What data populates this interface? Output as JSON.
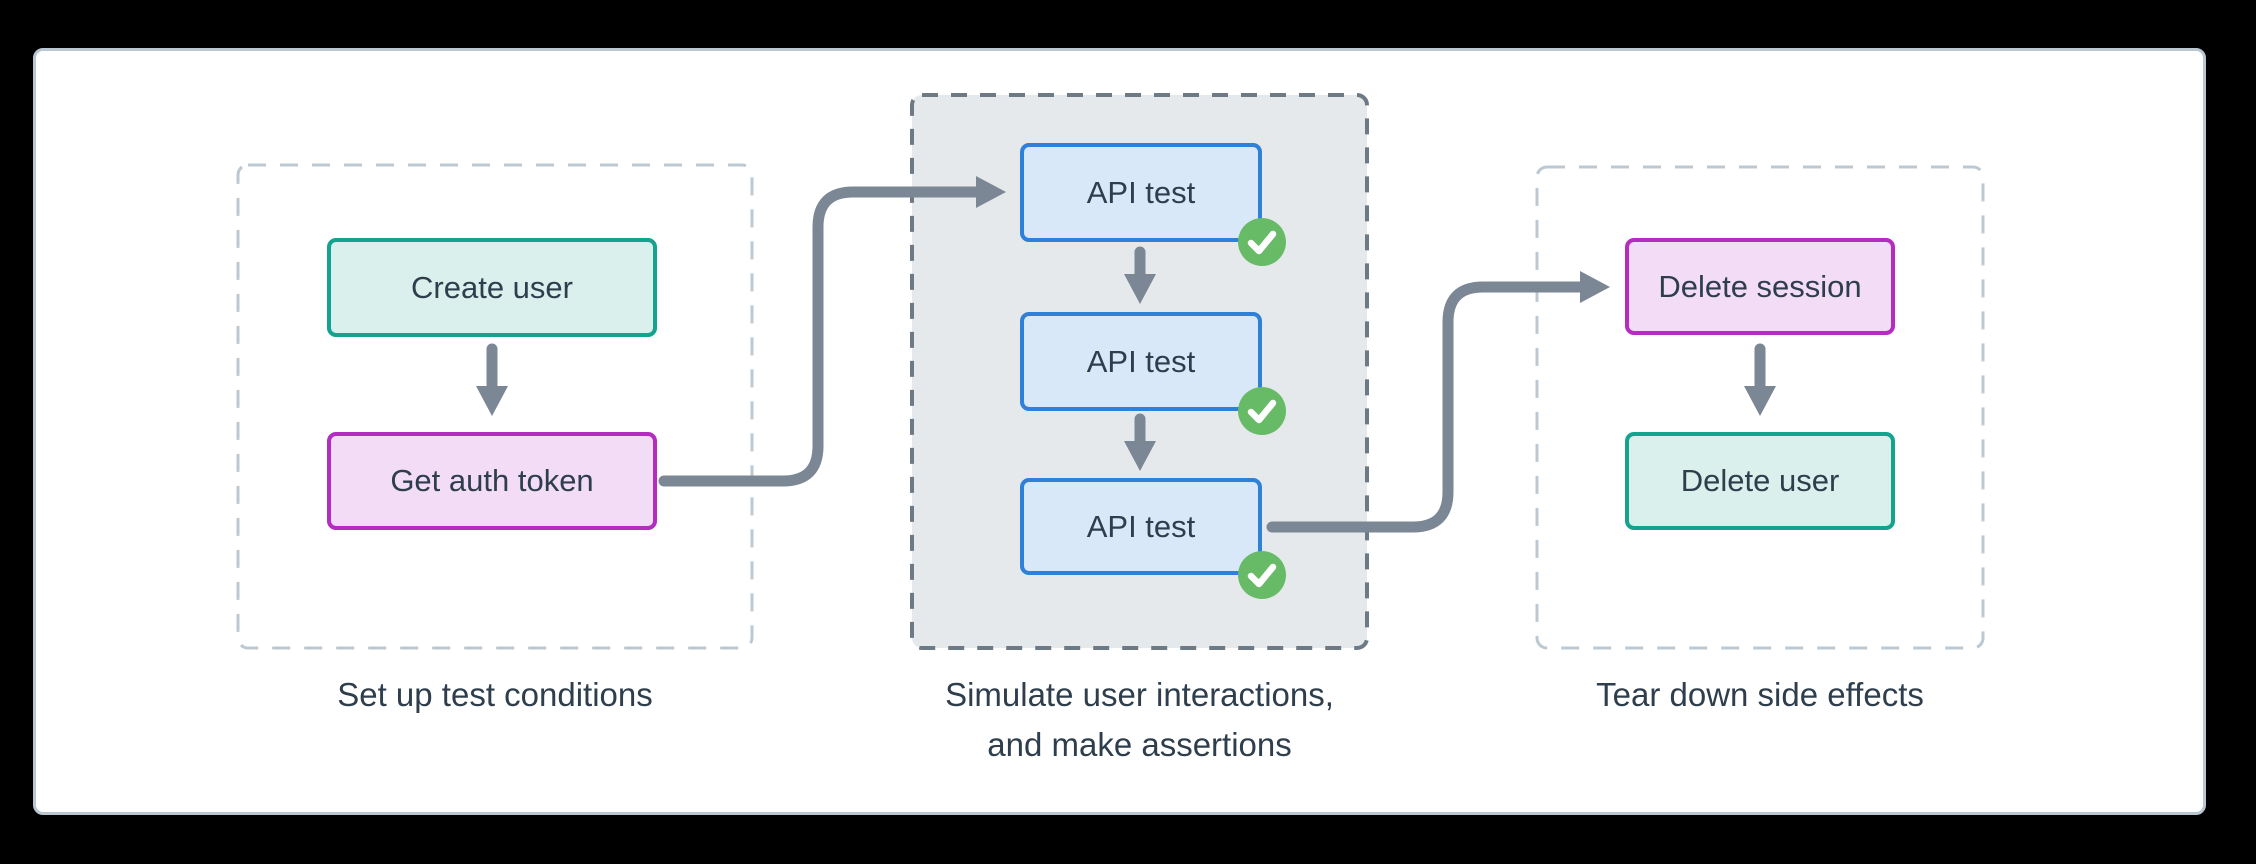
{
  "colors": {
    "canvas_background": "#000000",
    "card_background": "#ffffff",
    "card_border": "#b9c7d3",
    "text": "#2e3e4c",
    "arrow_gray": "#7b8794",
    "section_dash_light": "#bcc8d2",
    "simulate_section_fill": "#e6e9eb",
    "simulate_section_dash": "#6d7a86",
    "teal_border": "#14a38f",
    "teal_fill": "#d9f0ec",
    "magenta_border": "#b42cc0",
    "magenta_fill": "#f3dcf5",
    "blue_border": "#2e80d8",
    "blue_fill": "#d8e8f9",
    "check_green": "#67bb66",
    "check_mark_white": "#ffffff"
  },
  "sections": [
    {
      "caption": "Set up test conditions",
      "nodes": [
        {
          "label": "Create user",
          "variant": "teal"
        },
        {
          "label": "Get auth token",
          "variant": "magenta"
        }
      ]
    },
    {
      "caption_lines": [
        "Simulate user interactions,",
        "and make assertions"
      ],
      "nodes": [
        {
          "label": "API test",
          "variant": "blue",
          "status": "passed"
        },
        {
          "label": "API test",
          "variant": "blue",
          "status": "passed"
        },
        {
          "label": "API test",
          "variant": "blue",
          "status": "passed"
        }
      ]
    },
    {
      "caption": "Tear down side effects",
      "nodes": [
        {
          "label": "Delete session",
          "variant": "magenta"
        },
        {
          "label": "Delete user",
          "variant": "teal"
        }
      ]
    }
  ]
}
